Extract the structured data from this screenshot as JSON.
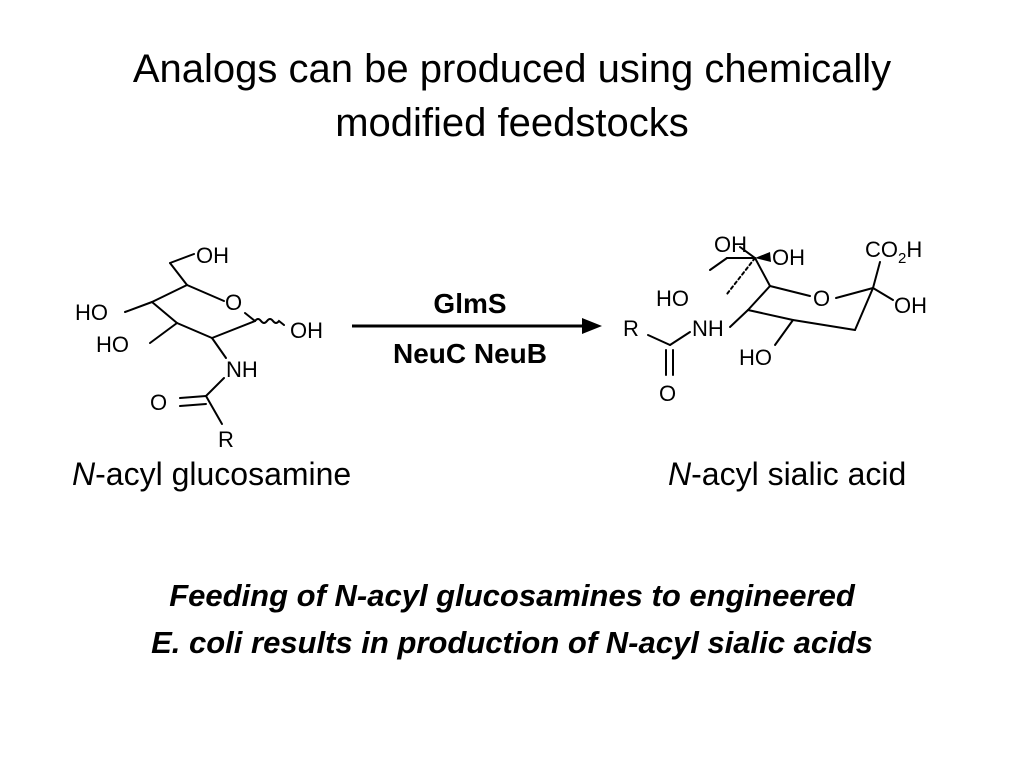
{
  "slide": {
    "title_line1": "Analogs can be produced using chemically",
    "title_line2": "modified feedstocks",
    "reactant_label_italic": "N",
    "reactant_label_rest": "-acyl glucosamine",
    "product_label_italic": "N",
    "product_label_rest": "-acyl sialic acid",
    "enzymes_top": "GlmS",
    "enzymes_bottom": "NeuC NeuB",
    "summary_line1": "Feeding of N-acyl glucosamines to engineered",
    "summary_line2": "E. coli results in production of N-acyl sialic acids"
  },
  "reactant": {
    "oh_top": "OH",
    "ring_o": "O",
    "ho_left": "HO",
    "oh_anomeric": "OH",
    "ho_lower": "HO",
    "nh": "NH",
    "o_carbonyl": "O",
    "r_group": "R"
  },
  "product": {
    "oh_top": "OH",
    "oh_side": "OH",
    "co2h_co": "CO",
    "co2h_sub": "2",
    "co2h_h": "H",
    "ho_left": "HO",
    "ring_o": "O",
    "oh_right": "OH",
    "r_group": "R",
    "nh": "NH",
    "ho_bottom": "HO",
    "o_carbonyl": "O"
  }
}
